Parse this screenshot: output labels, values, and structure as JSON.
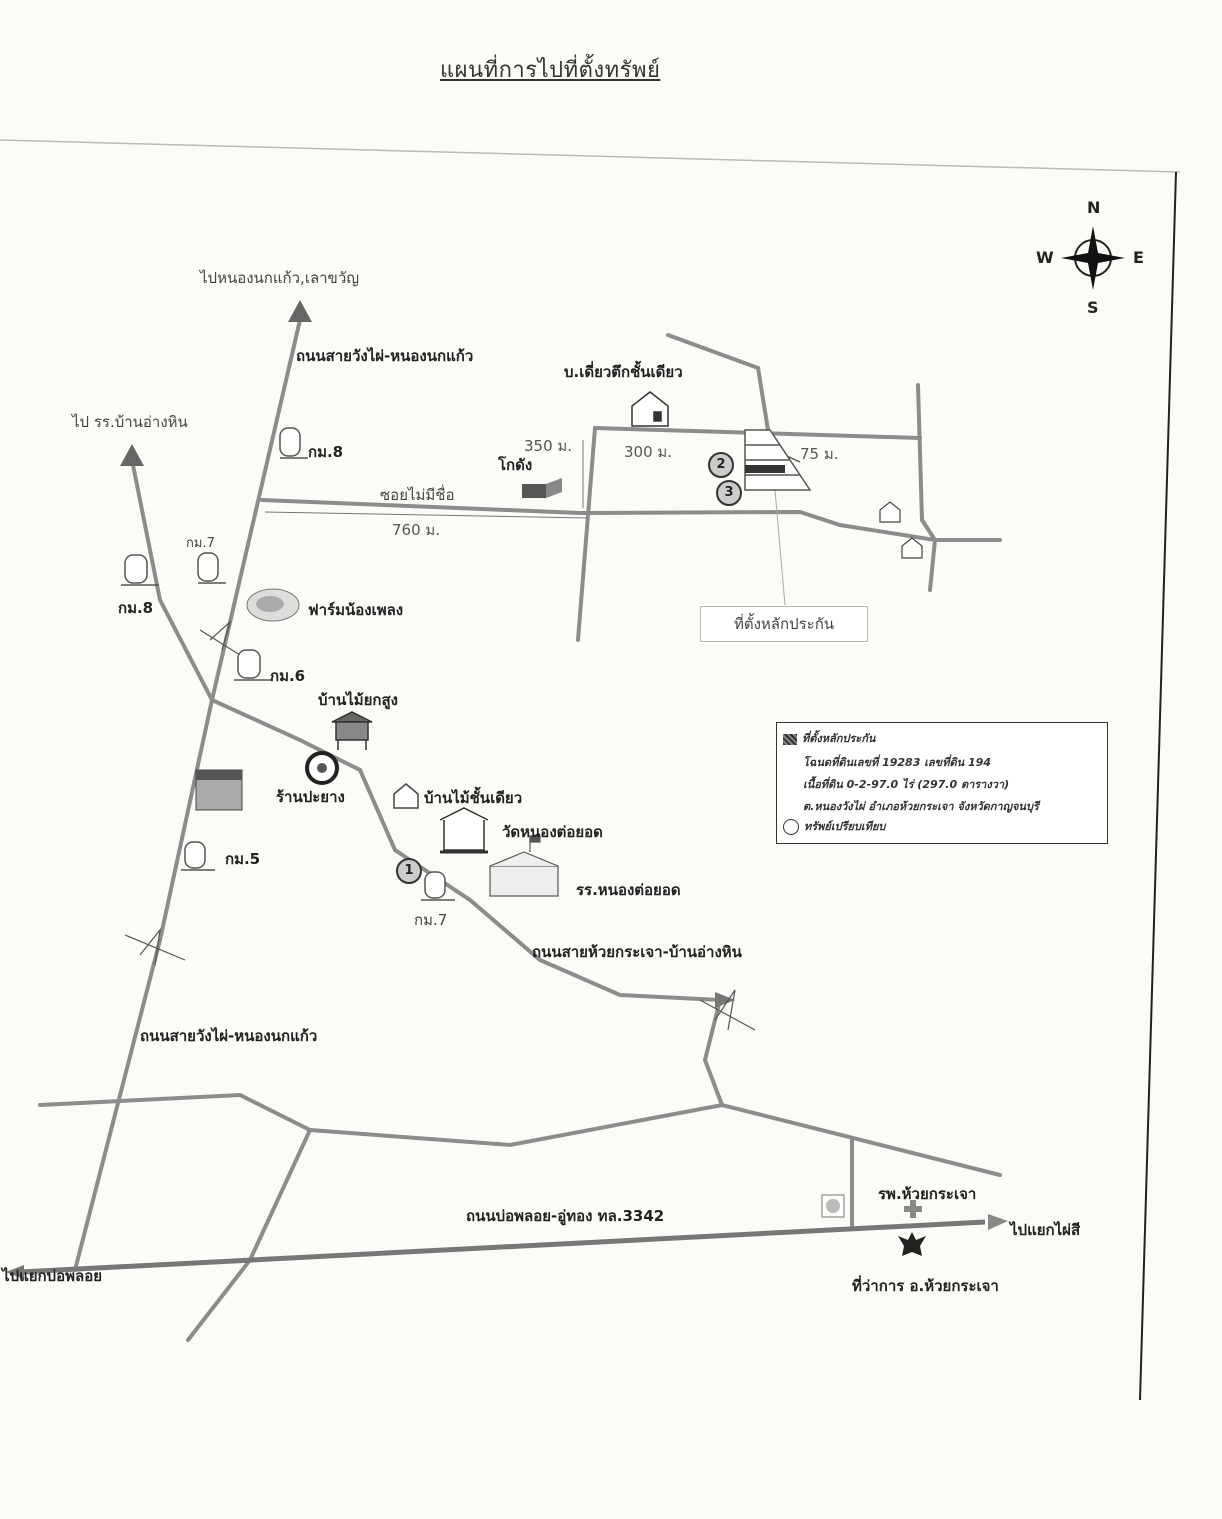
{
  "title": "แผนที่การไปที่ตั้งทรัพย์",
  "compass": {
    "n": "N",
    "s": "S",
    "e": "E",
    "w": "W"
  },
  "labels": {
    "to_nongnokkaeo": "ไปหนองนกแก้ว,เลาขวัญ",
    "road_wangphai_top": "ถนนสายวังไผ่-หนองนกแก้ว",
    "to_school_banangin": "ไป รร.บ้านอ่างหิน",
    "km8_top": "กม.8",
    "km7_top": "กม.7",
    "km8_left": "กม.8",
    "km6": "กม.6",
    "km5": "กม.5",
    "km7_bottom": "กม.7",
    "soi_no_name": "ซอยไม่มีชื่อ",
    "warehouse": "โกดัง",
    "single_storey_house_top": "บ.เดี่ยวตึกชั้นเดียว",
    "farm": "ฟาร์มน้องเพลง",
    "stilt_house": "บ้านไม้ยกสูง",
    "tire_shop": "ร้านปะยาง",
    "wooden_house": "บ้านไม้ชั้นเดียว",
    "temple": "วัดหนองต่อยอด",
    "school": "รร.หนองต่อยอด",
    "road_huaikrachao": "ถนนสายห้วยกระเจา-บ้านอ่างหิน",
    "road_wangphai_bottom": "ถนนสายวังไผ่-หนองนกแก้ว",
    "road_bophloi": "ถนนบ่อพลอย-อู่ทอง ทล.3342",
    "to_bophloi": "ไปแยกบ่อพลอย",
    "to_phaisi": "ไปแยกไผ่สี",
    "hospital": "รพ.ห้วยกระเจา",
    "district_office": "ที่ว่าการ อ.ห้วยกระเจา",
    "collateral_location": "ที่ตั้งหลักประกัน"
  },
  "distances": {
    "d350": "350 ม.",
    "d300": "300 ม.",
    "d75": "75 ม.",
    "d760": "760 ม."
  },
  "markers": {
    "m1": "1",
    "m2": "2",
    "m3": "3"
  },
  "legend": {
    "row1": "ที่ตั้งหลักประกัน",
    "row2": "โฉนดที่ดินเลขที่ 19283 เลขที่ดิน 194",
    "row3": "เนื้อที่ดิน 0-2-97.0 ไร่ (297.0 ตารางวา)",
    "row4": "ต.หนองวังไผ่ อำเภอห้วยกระเจา จังหวัดกาญจนบุรี",
    "row5": "ทรัพย์เปรียบเทียบ"
  }
}
